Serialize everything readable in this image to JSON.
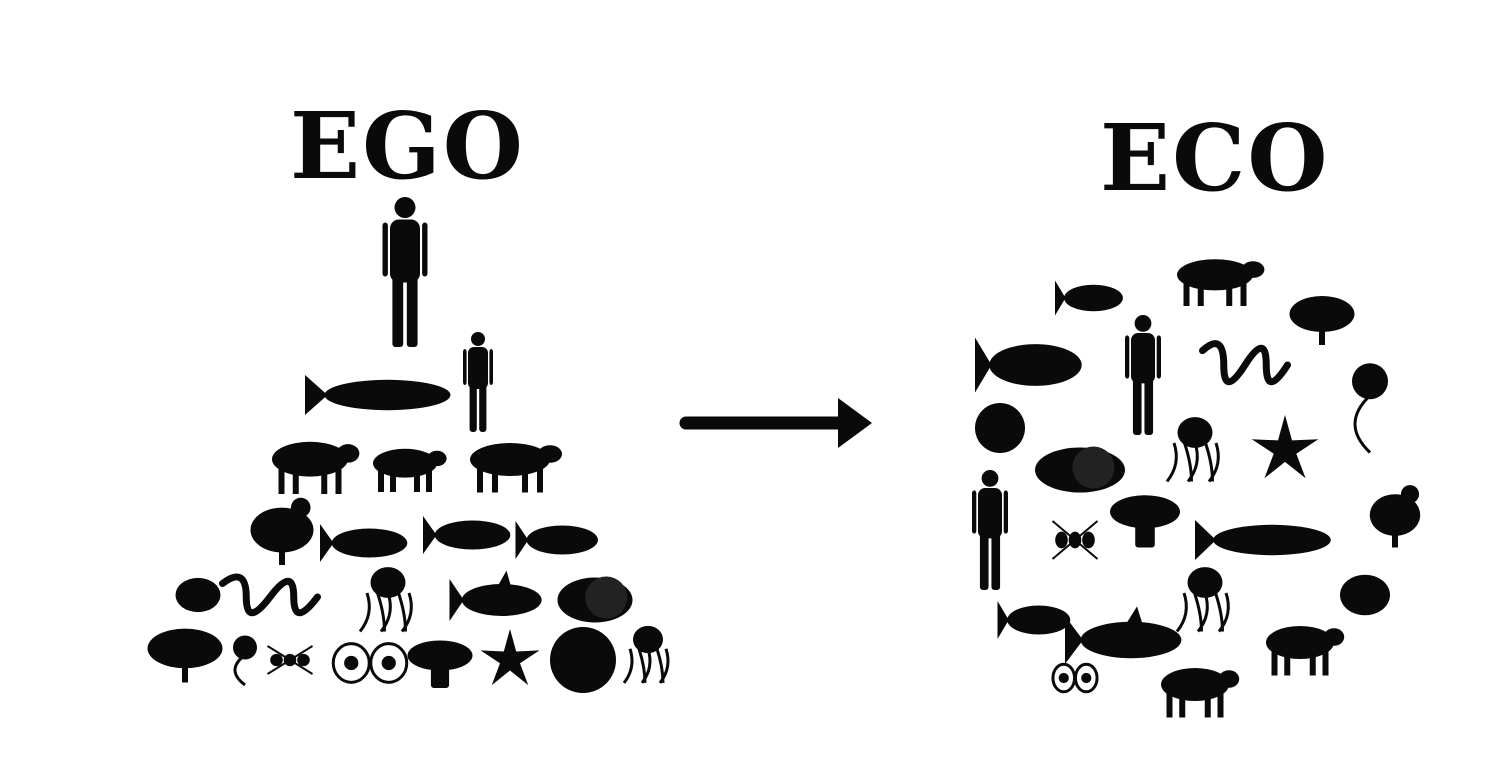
{
  "left_panel": {
    "title": "EGO",
    "arrangement": "pyramid",
    "icons": [
      "human",
      "whale",
      "woman",
      "cow",
      "dog",
      "pig",
      "chicken",
      "rat",
      "bird",
      "fish",
      "frog",
      "snake",
      "octopus",
      "shark",
      "snail",
      "tree",
      "flower",
      "ant",
      "eggs",
      "mushroom",
      "starfish",
      "sphere",
      "jellyfish"
    ]
  },
  "right_panel": {
    "title": "ECO",
    "arrangement": "circle",
    "icons": [
      "fish",
      "pig",
      "tree",
      "rat",
      "woman",
      "snake",
      "flower",
      "sphere",
      "snail",
      "octopus",
      "starfish",
      "human",
      "ant",
      "mushroom",
      "whale",
      "chicken",
      "jellyfish",
      "frog",
      "bird",
      "shark",
      "cow",
      "eggs",
      "dog"
    ]
  },
  "arrow": {
    "direction": "right"
  },
  "colors": {
    "ink": "#0a0a0a",
    "background": "#ffffff"
  }
}
